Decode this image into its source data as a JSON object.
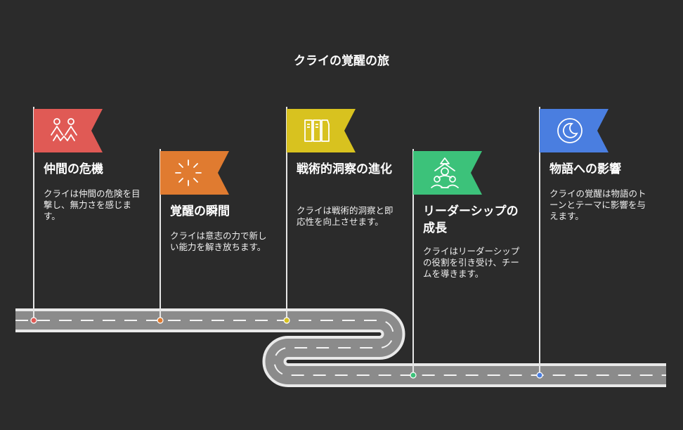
{
  "title": "クライの覚醒の旅",
  "stages": [
    {
      "title": "仲間の危機",
      "description": "クライは仲間の危険を目撃し、無力さを感じます。",
      "color": "#e05a55",
      "icon": "people-icon"
    },
    {
      "title": "覚醒の瞬間",
      "description": "クライは意志の力で新しい能力を解き放ちます。",
      "color": "#e07b30",
      "icon": "burst-icon"
    },
    {
      "title": "戦術的洞察の進化",
      "description": "クライは戦術的洞察と即応性を向上させます。",
      "color": "#d8c21f",
      "icon": "bars-icon"
    },
    {
      "title": "リーダーシップの成長",
      "description": "クライはリーダーシップの役割を引き受け、チームを導きます。",
      "color": "#3cc27a",
      "icon": "team-icon"
    },
    {
      "title": "物語への影響",
      "description": "クライの覚醒は物語のトーンとテーマに影響を与えます。",
      "color": "#4a7ee0",
      "icon": "moon-icon"
    }
  ]
}
